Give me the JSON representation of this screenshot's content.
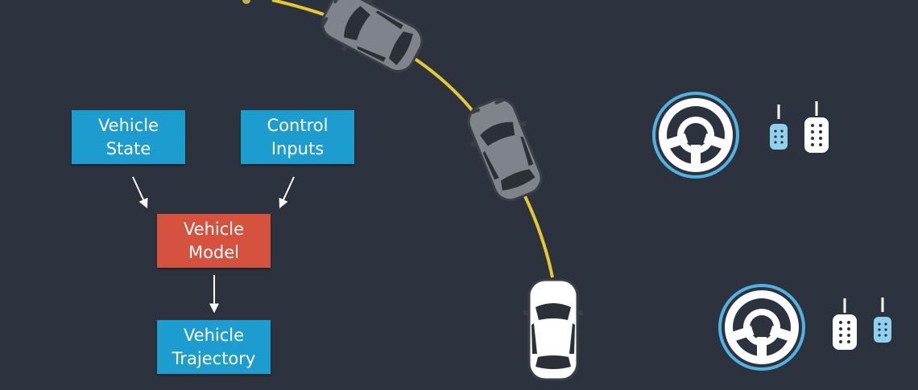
{
  "diagram": {
    "boxes": {
      "vehicle_state": "Vehicle\nState",
      "control_inputs": "Control\nInputs",
      "vehicle_model": "Vehicle\nModel",
      "vehicle_trajectory": "Vehicle\nTrajectory"
    }
  },
  "colors": {
    "background": "#2c333e",
    "box_blue": "#1d9dcf",
    "box_red": "#d4523e",
    "trajectory": "#e6c832",
    "accent_ring": "#4fb3e3"
  },
  "icons": [
    "steering-wheel-icon",
    "pedal-icon",
    "car-icon",
    "arrow-icon"
  ]
}
